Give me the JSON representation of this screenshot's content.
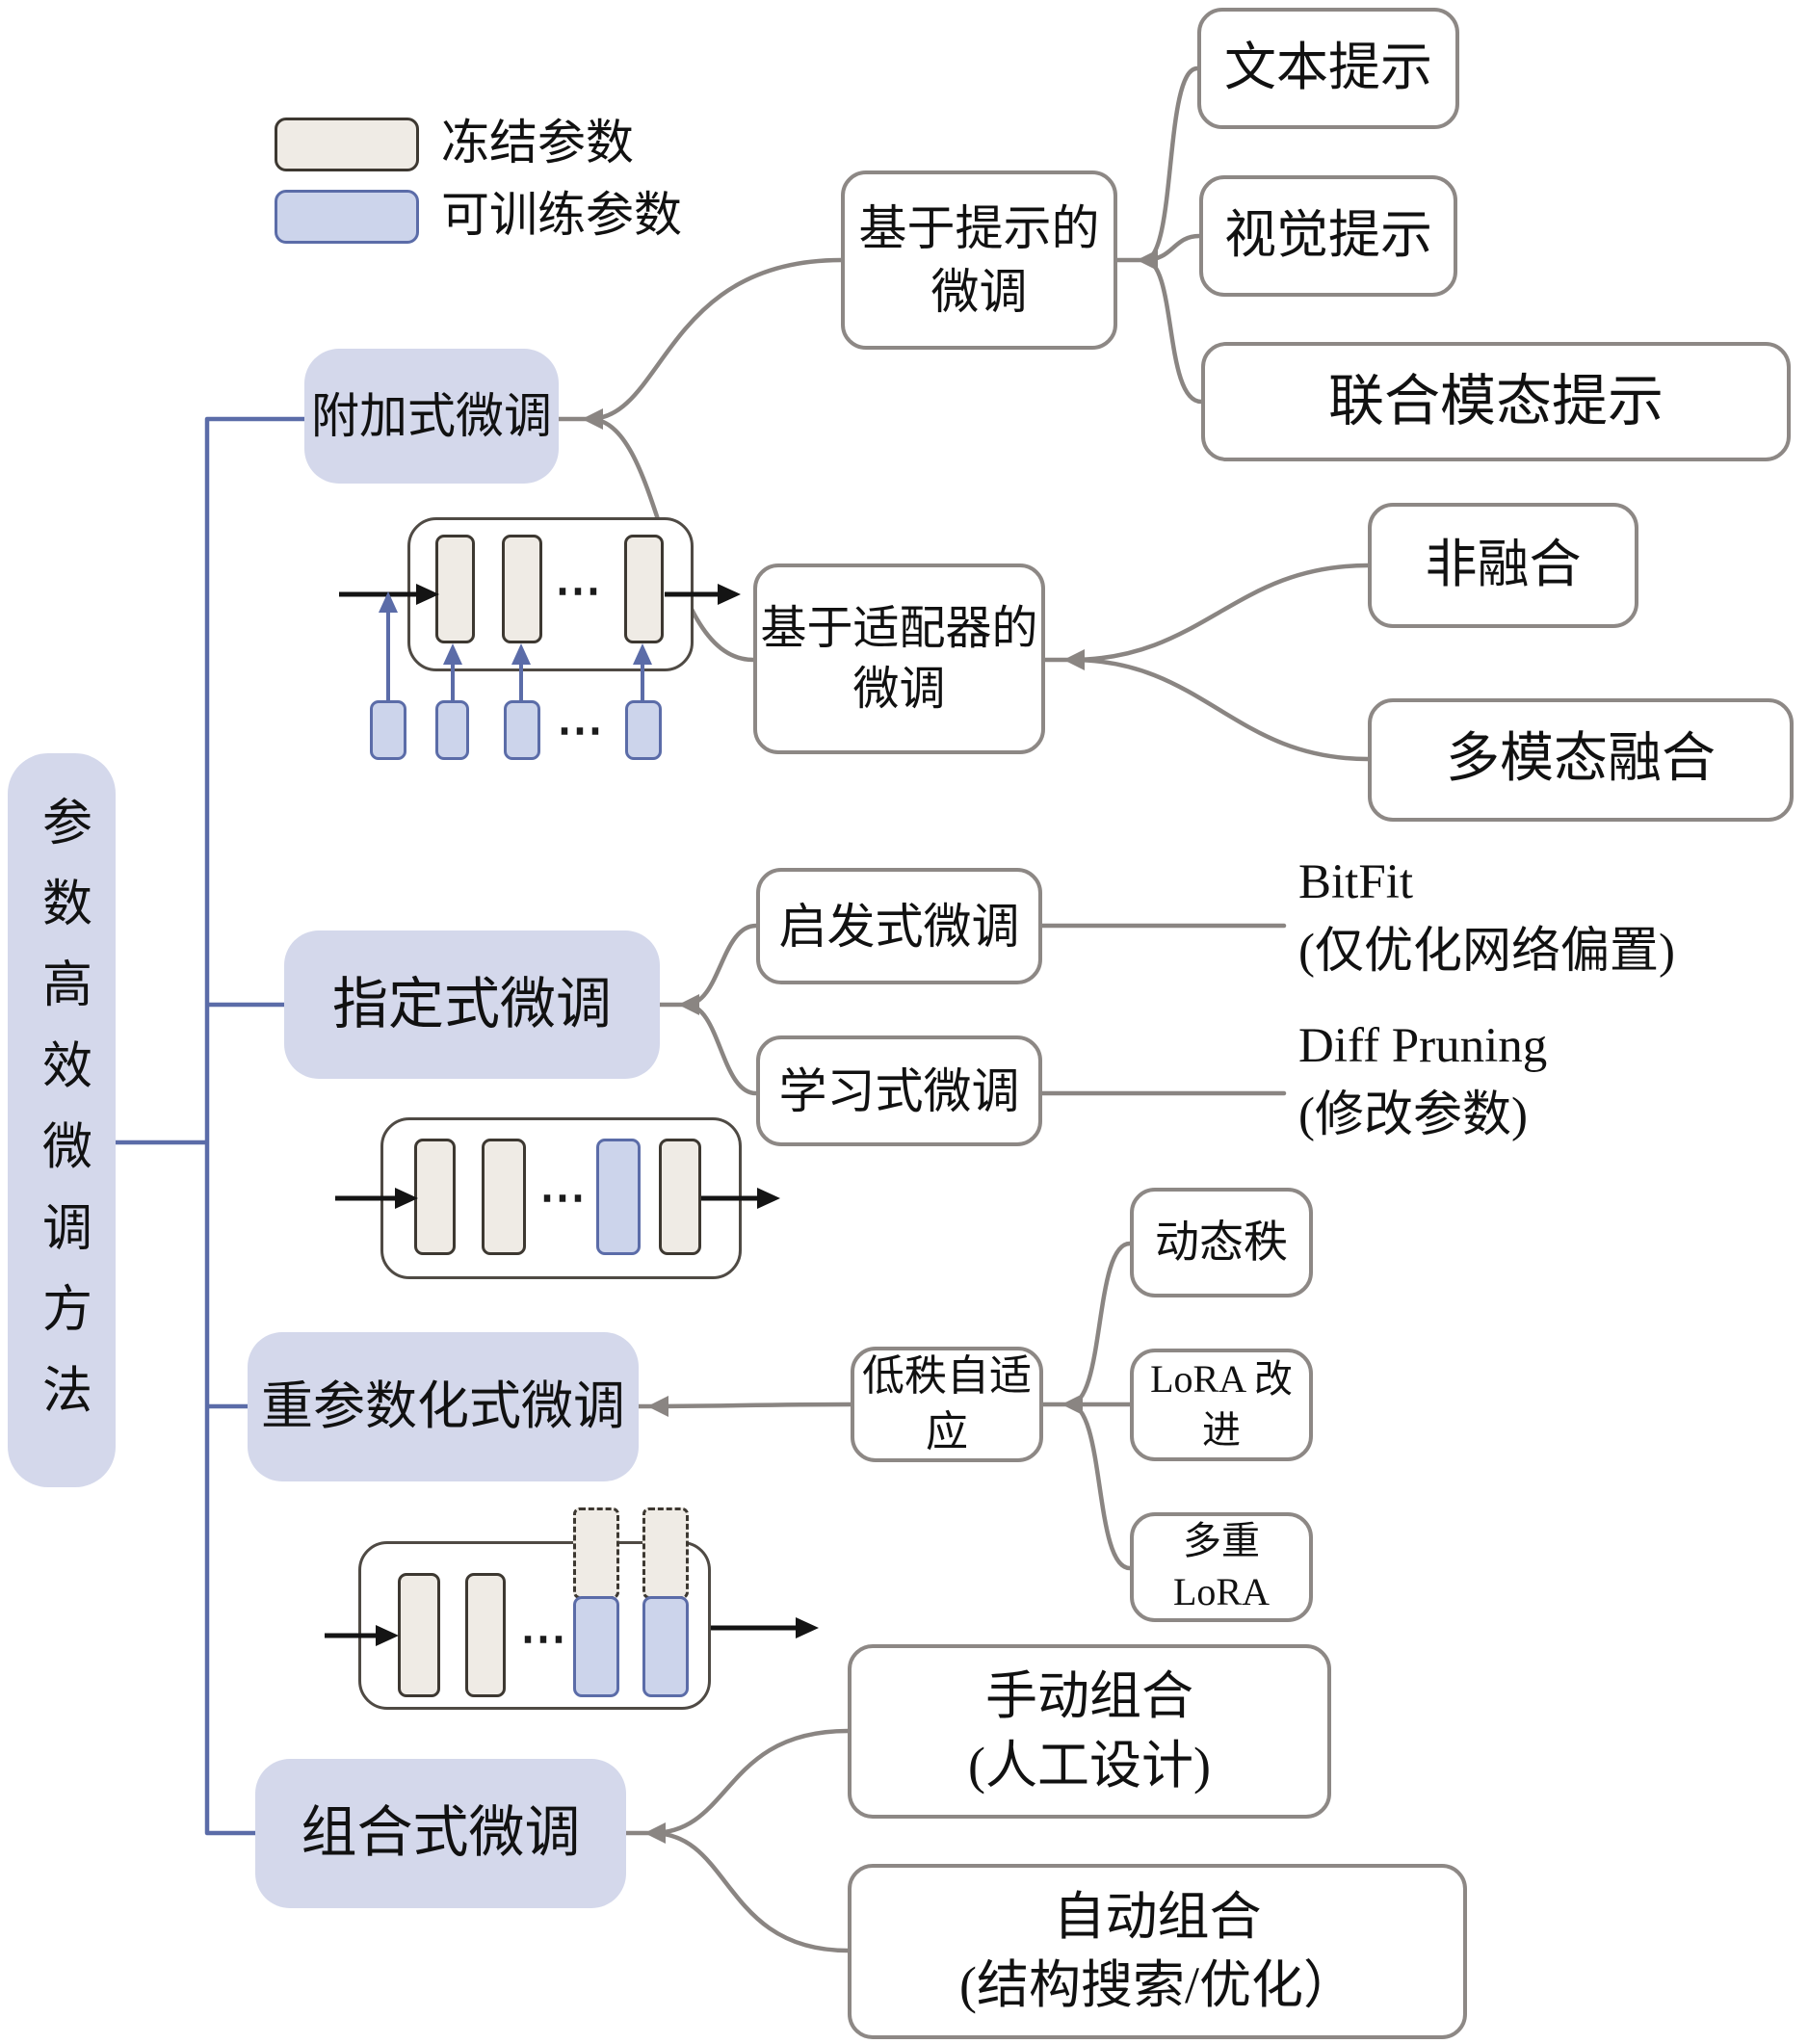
{
  "legend": {
    "frozen_label": "冻结参数",
    "trainable_label": "可训练参数"
  },
  "root": {
    "label": "参数高效微调方法"
  },
  "branches": {
    "additive": {
      "label": "附加式微调"
    },
    "specified": {
      "label": "指定式微调"
    },
    "reparam": {
      "label": "重参数化式微调"
    },
    "combined": {
      "label": "组合式微调"
    }
  },
  "nodes": {
    "prompt_based": {
      "label": "基于提示的\n微调"
    },
    "text_prompt": {
      "label": "文本提示"
    },
    "visual_prompt": {
      "label": "视觉提示"
    },
    "joint_prompt": {
      "label": "联合模态提示"
    },
    "adapter_based": {
      "label": "基于适配器的\n微调"
    },
    "non_fusion": {
      "label": "非融合"
    },
    "multimodal_fusion": {
      "label": "多模态融合"
    },
    "heuristic": {
      "label": "启发式微调"
    },
    "heuristic_example": {
      "label": "BitFit\n(仅优化网络偏置)"
    },
    "learned": {
      "label": "学习式微调"
    },
    "learned_example": {
      "label": "Diff Pruning\n(修改参数)"
    },
    "low_rank": {
      "label": "低秩自适应"
    },
    "dynamic_rank": {
      "label": "动态秩"
    },
    "lora_improved": {
      "label": "LoRA 改进"
    },
    "multi_lora": {
      "label": "多重 LoRA"
    },
    "manual_combo": {
      "label": "手动组合\n(人工设计)"
    },
    "auto_combo": {
      "label": "自动组合\n(结构搜索/优化）"
    }
  },
  "schematics": {
    "ellipsis": "⋯"
  },
  "colors": {
    "branch_fill": "#d4d8eb",
    "node_border": "#8d8885",
    "connector": "#8a8582",
    "tree_line": "#5b6ca8",
    "frozen_fill": "#efebe5",
    "frozen_border": "#3d3831",
    "trainable_fill": "#ccd4eb",
    "trainable_border": "#5b6ca8"
  }
}
